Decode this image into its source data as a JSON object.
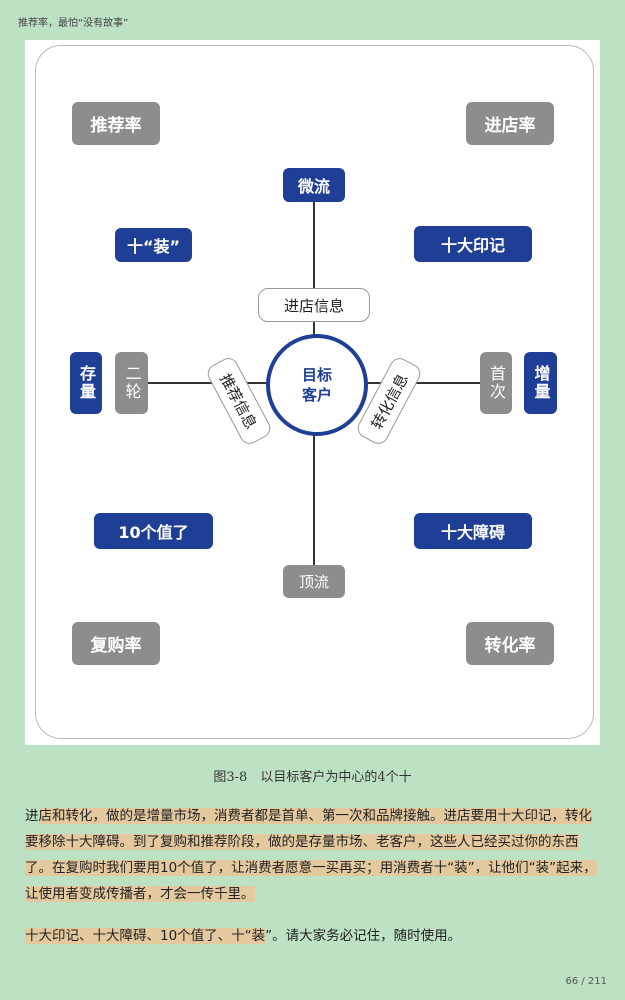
{
  "header": {
    "title": "推荐率，最怕“没有故事”"
  },
  "diagram": {
    "corners": {
      "top_left": "推荐率",
      "top_right": "进店率",
      "bottom_left": "复购率",
      "bottom_right": "转化率"
    },
    "top": "微流",
    "bottom": "顶流",
    "top_info": "进店信息",
    "left_info": "推荐信息",
    "right_info": "转化信息",
    "center": [
      "目标",
      "客户"
    ],
    "left_outer": "存量",
    "left_inner": "二轮",
    "right_inner": "首次",
    "right_outer": "增量",
    "tens": {
      "top_left": "十“装”",
      "top_right": "十大印记",
      "bottom_left": "10个值了",
      "bottom_right": "十大障碍"
    }
  },
  "caption": "图3-8　以目标客户为中心的4个十",
  "paragraph1": {
    "first": "进",
    "highlighted": "店和转化，做的是增量市场，消费者都是首单、第一次和品牌接触。进店要用十大印记，转化要移除十大障碍。到了复购和推荐阶段，做的是存量市场、老客户，这些人已经买过你的东西了。在复购时我们要用10个值了，让消费者愿意一买再买；用消费者十“装”，让他们“装”起来，让使用者变成传播者，才会一传千里。"
  },
  "paragraph2": {
    "highlighted": "十大印记、十大障碍、10个值了、十“装",
    "rest": "”。请大家务必记住，随时使用。"
  },
  "page": "66 / 211"
}
